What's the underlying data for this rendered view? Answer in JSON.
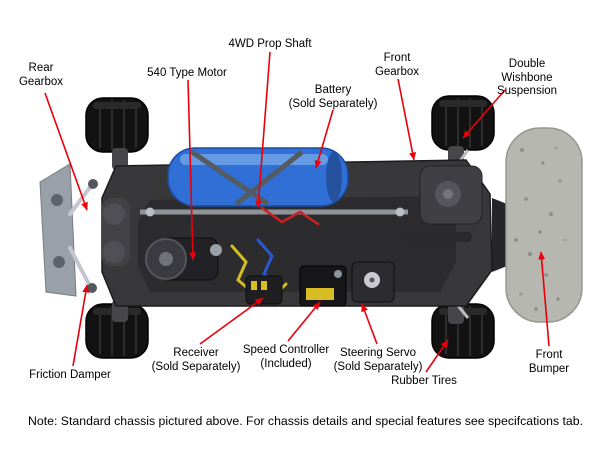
{
  "colors": {
    "leader_line": "#e8000b",
    "battery_blue": "#2f6fd6",
    "foam_gray": "#b7b7b1",
    "tire_black": "#121212",
    "background": "#ffffff"
  },
  "labels": {
    "rear_gearbox": "Rear\nGearbox",
    "motor": "540 Type Motor",
    "prop_shaft": "4WD Prop Shaft",
    "battery": "Battery\n(Sold Separately)",
    "front_gearbox": "Front\nGearbox",
    "suspension": "Double Wishbone\nSuspension",
    "friction_damper": "Friction Damper",
    "receiver": "Receiver\n(Sold Separately)",
    "speed_controller": "Speed Controller\n(Included)",
    "steering_servo": "Steering Servo\n(Sold Separately)",
    "rubber_tires": "Rubber Tires",
    "front_bumper": "Front Bumper"
  },
  "note": "Note: Standard chassis pictured above. For chassis details and special features see specifcations tab."
}
